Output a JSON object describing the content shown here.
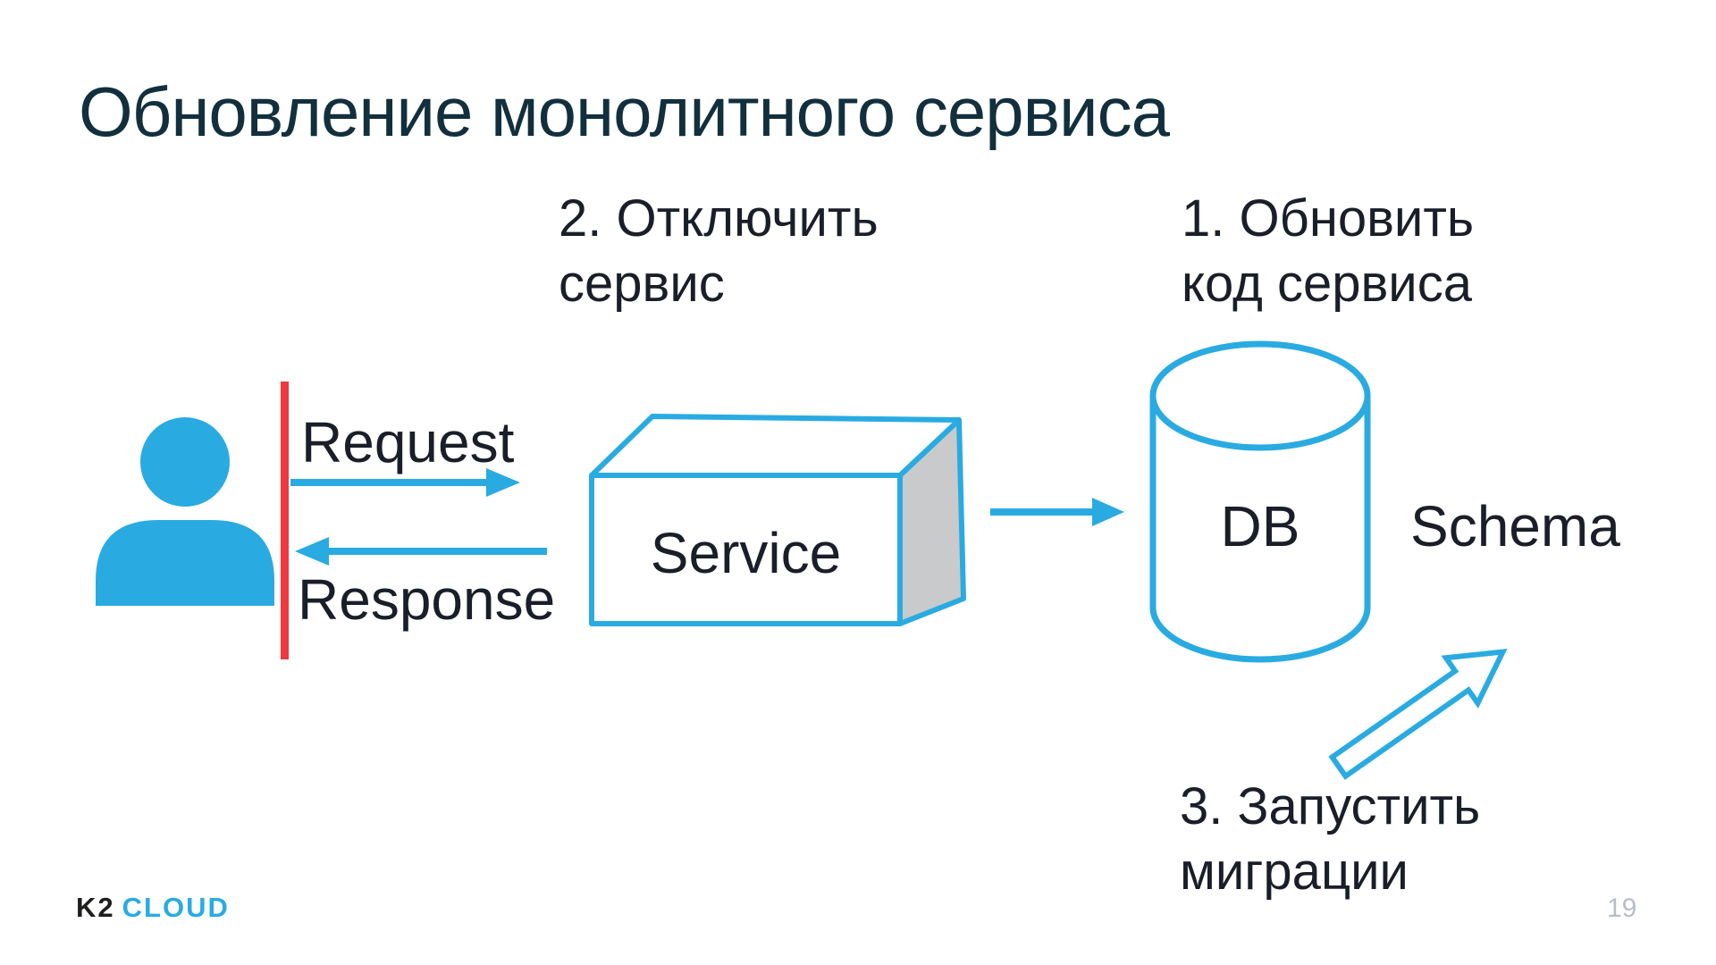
{
  "slide": {
    "title": "Обновление монолитного сервиса"
  },
  "steps": {
    "step1": {
      "lines": [
        "1. Обновить",
        "код сервиса"
      ]
    },
    "step2": {
      "lines": [
        "2. Отключить",
        "сервис"
      ]
    },
    "step3": {
      "lines": [
        "3. Запустить",
        "миграции"
      ]
    }
  },
  "flow": {
    "request": "Request",
    "response": "Response"
  },
  "nodes": {
    "service": "Service",
    "db": "DB",
    "schema": "Schema"
  },
  "footer": {
    "logo_k2": "K2",
    "logo_cloud": "CLOUD",
    "page_number": "19"
  },
  "icons": {
    "user": "user-icon",
    "request_arrow": "right-arrow-icon",
    "response_arrow": "left-arrow-icon",
    "service_db_arrow": "right-arrow-icon",
    "migration_arrow": "up-right-outline-arrow-icon"
  },
  "colors": {
    "accent_blue": "#29ABE2",
    "barrier_red": "#F0383E",
    "title_dark": "#122F3D",
    "text_dark": "#1A1E28",
    "box_side_gray": "#C9CACB",
    "page_number_gray": "#B9BDC7",
    "logo_dark": "#1D1D1B"
  }
}
